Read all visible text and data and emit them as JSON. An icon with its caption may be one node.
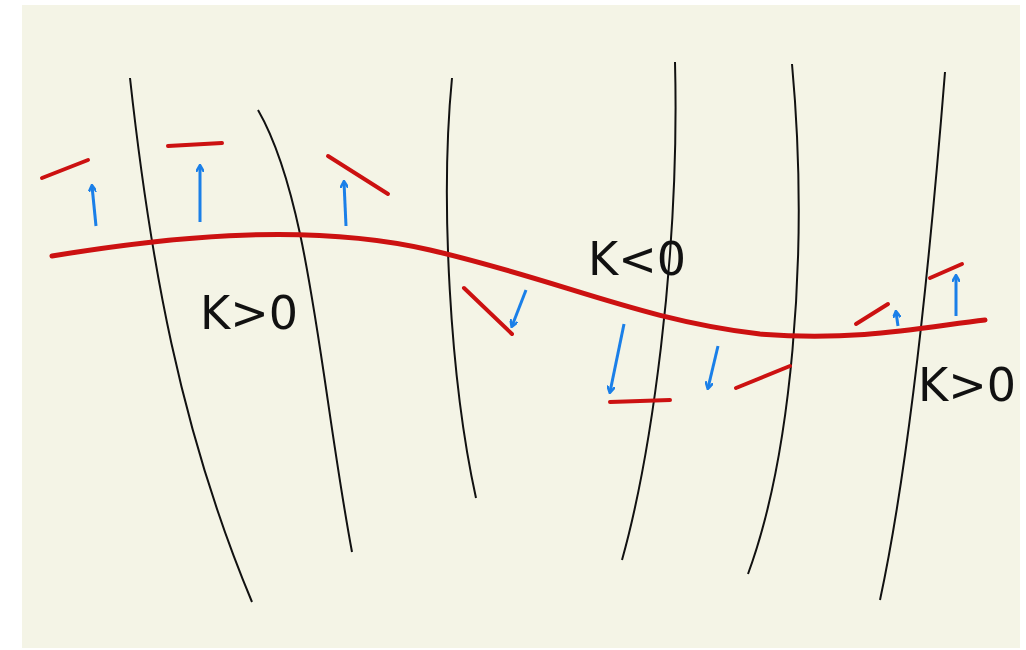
{
  "diagram": {
    "labels": [
      "K<0",
      "K>0",
      "K>0"
    ]
  }
}
